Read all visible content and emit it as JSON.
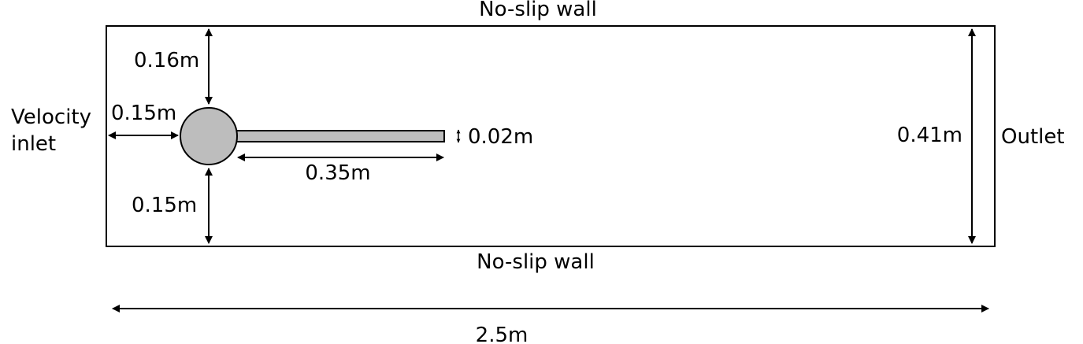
{
  "boundaries": {
    "top": "No-slip wall",
    "bottom": "No-slip wall",
    "inlet_line1": "Velocity",
    "inlet_line2": "inlet",
    "outlet": "Outlet"
  },
  "dimensions": {
    "cylinder_to_top": "0.16m",
    "inlet_to_cylinder": "0.15m",
    "cylinder_to_bottom": "0.15m",
    "flag_length": "0.35m",
    "flag_thickness": "0.02m",
    "channel_height": "0.41m",
    "channel_length": "2.5m"
  },
  "colors": {
    "stroke": "#000000",
    "cylinder_fill": "#bdbdbd",
    "flag_fill": "#bdbdbd",
    "background": "#ffffff"
  }
}
